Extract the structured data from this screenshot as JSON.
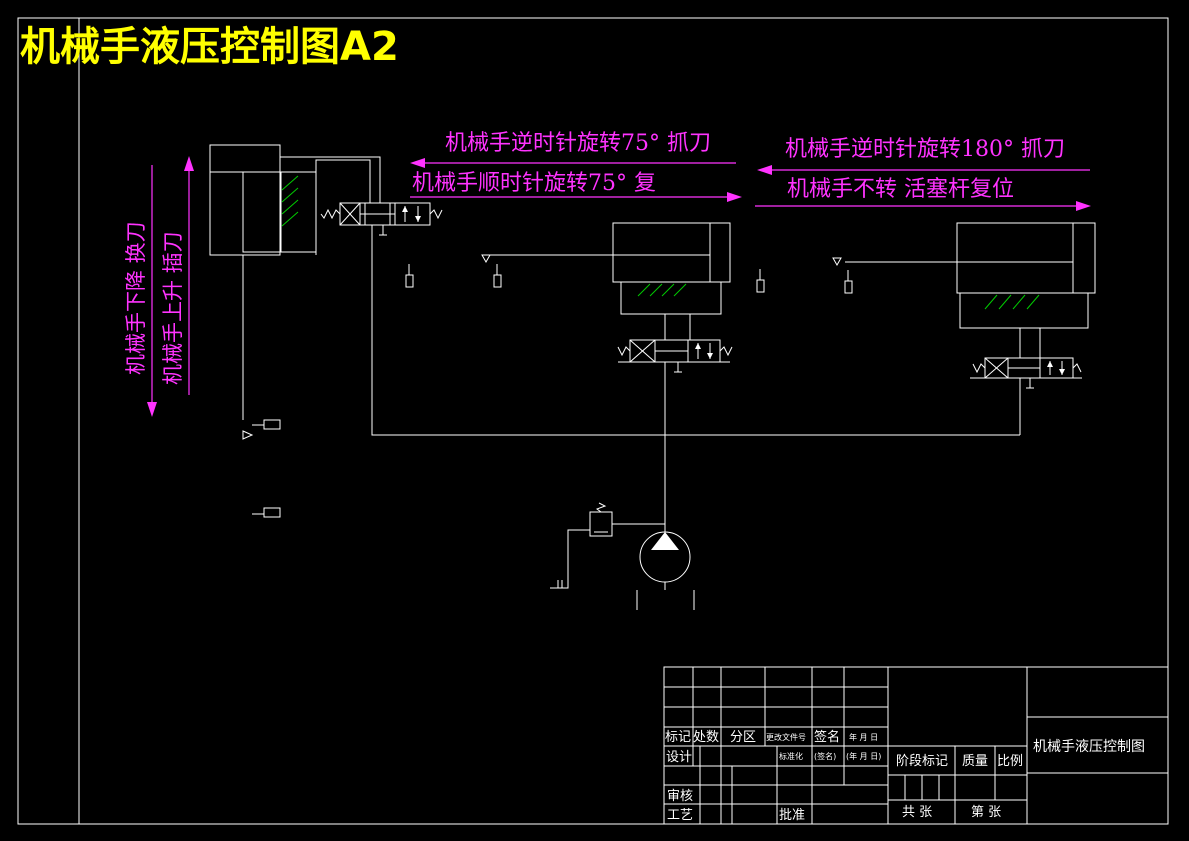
{
  "title": "机械手液压控制图A2",
  "colors": {
    "background": "#000000",
    "title": "#ffff00",
    "annotation": "#ff33ff",
    "lines": "#ffffff",
    "hatching": "#00cc00"
  },
  "annotations": {
    "ccw75_grab": "机械手逆时针旋转75° 抓刀",
    "cw75_reset": "机械手顺时针旋转75° 复",
    "ccw180_grab": "机械手逆时针旋转180° 抓刀",
    "no_rotate_reset": "机械手不转   活塞杆复位",
    "lower_change": "机械手下降   换刀",
    "raise_insert": "机械手上升   插刀"
  },
  "title_block": {
    "marker": "标记",
    "count": "处数",
    "zone": "分区",
    "doc_no": "更改文件号",
    "signature": "签名",
    "date": "年 月 日",
    "design": "设计",
    "standardize": "标准化",
    "signature_paren": "(签名)",
    "date_paren": "(年 月 日)",
    "stage_mark": "阶段标记",
    "mass": "质量",
    "scale": "比例",
    "review": "审核",
    "process": "工艺",
    "approve": "批准",
    "total_sheets": "共   张",
    "sheet_no": "第   张",
    "drawing_name": "机械手液压控制图"
  }
}
